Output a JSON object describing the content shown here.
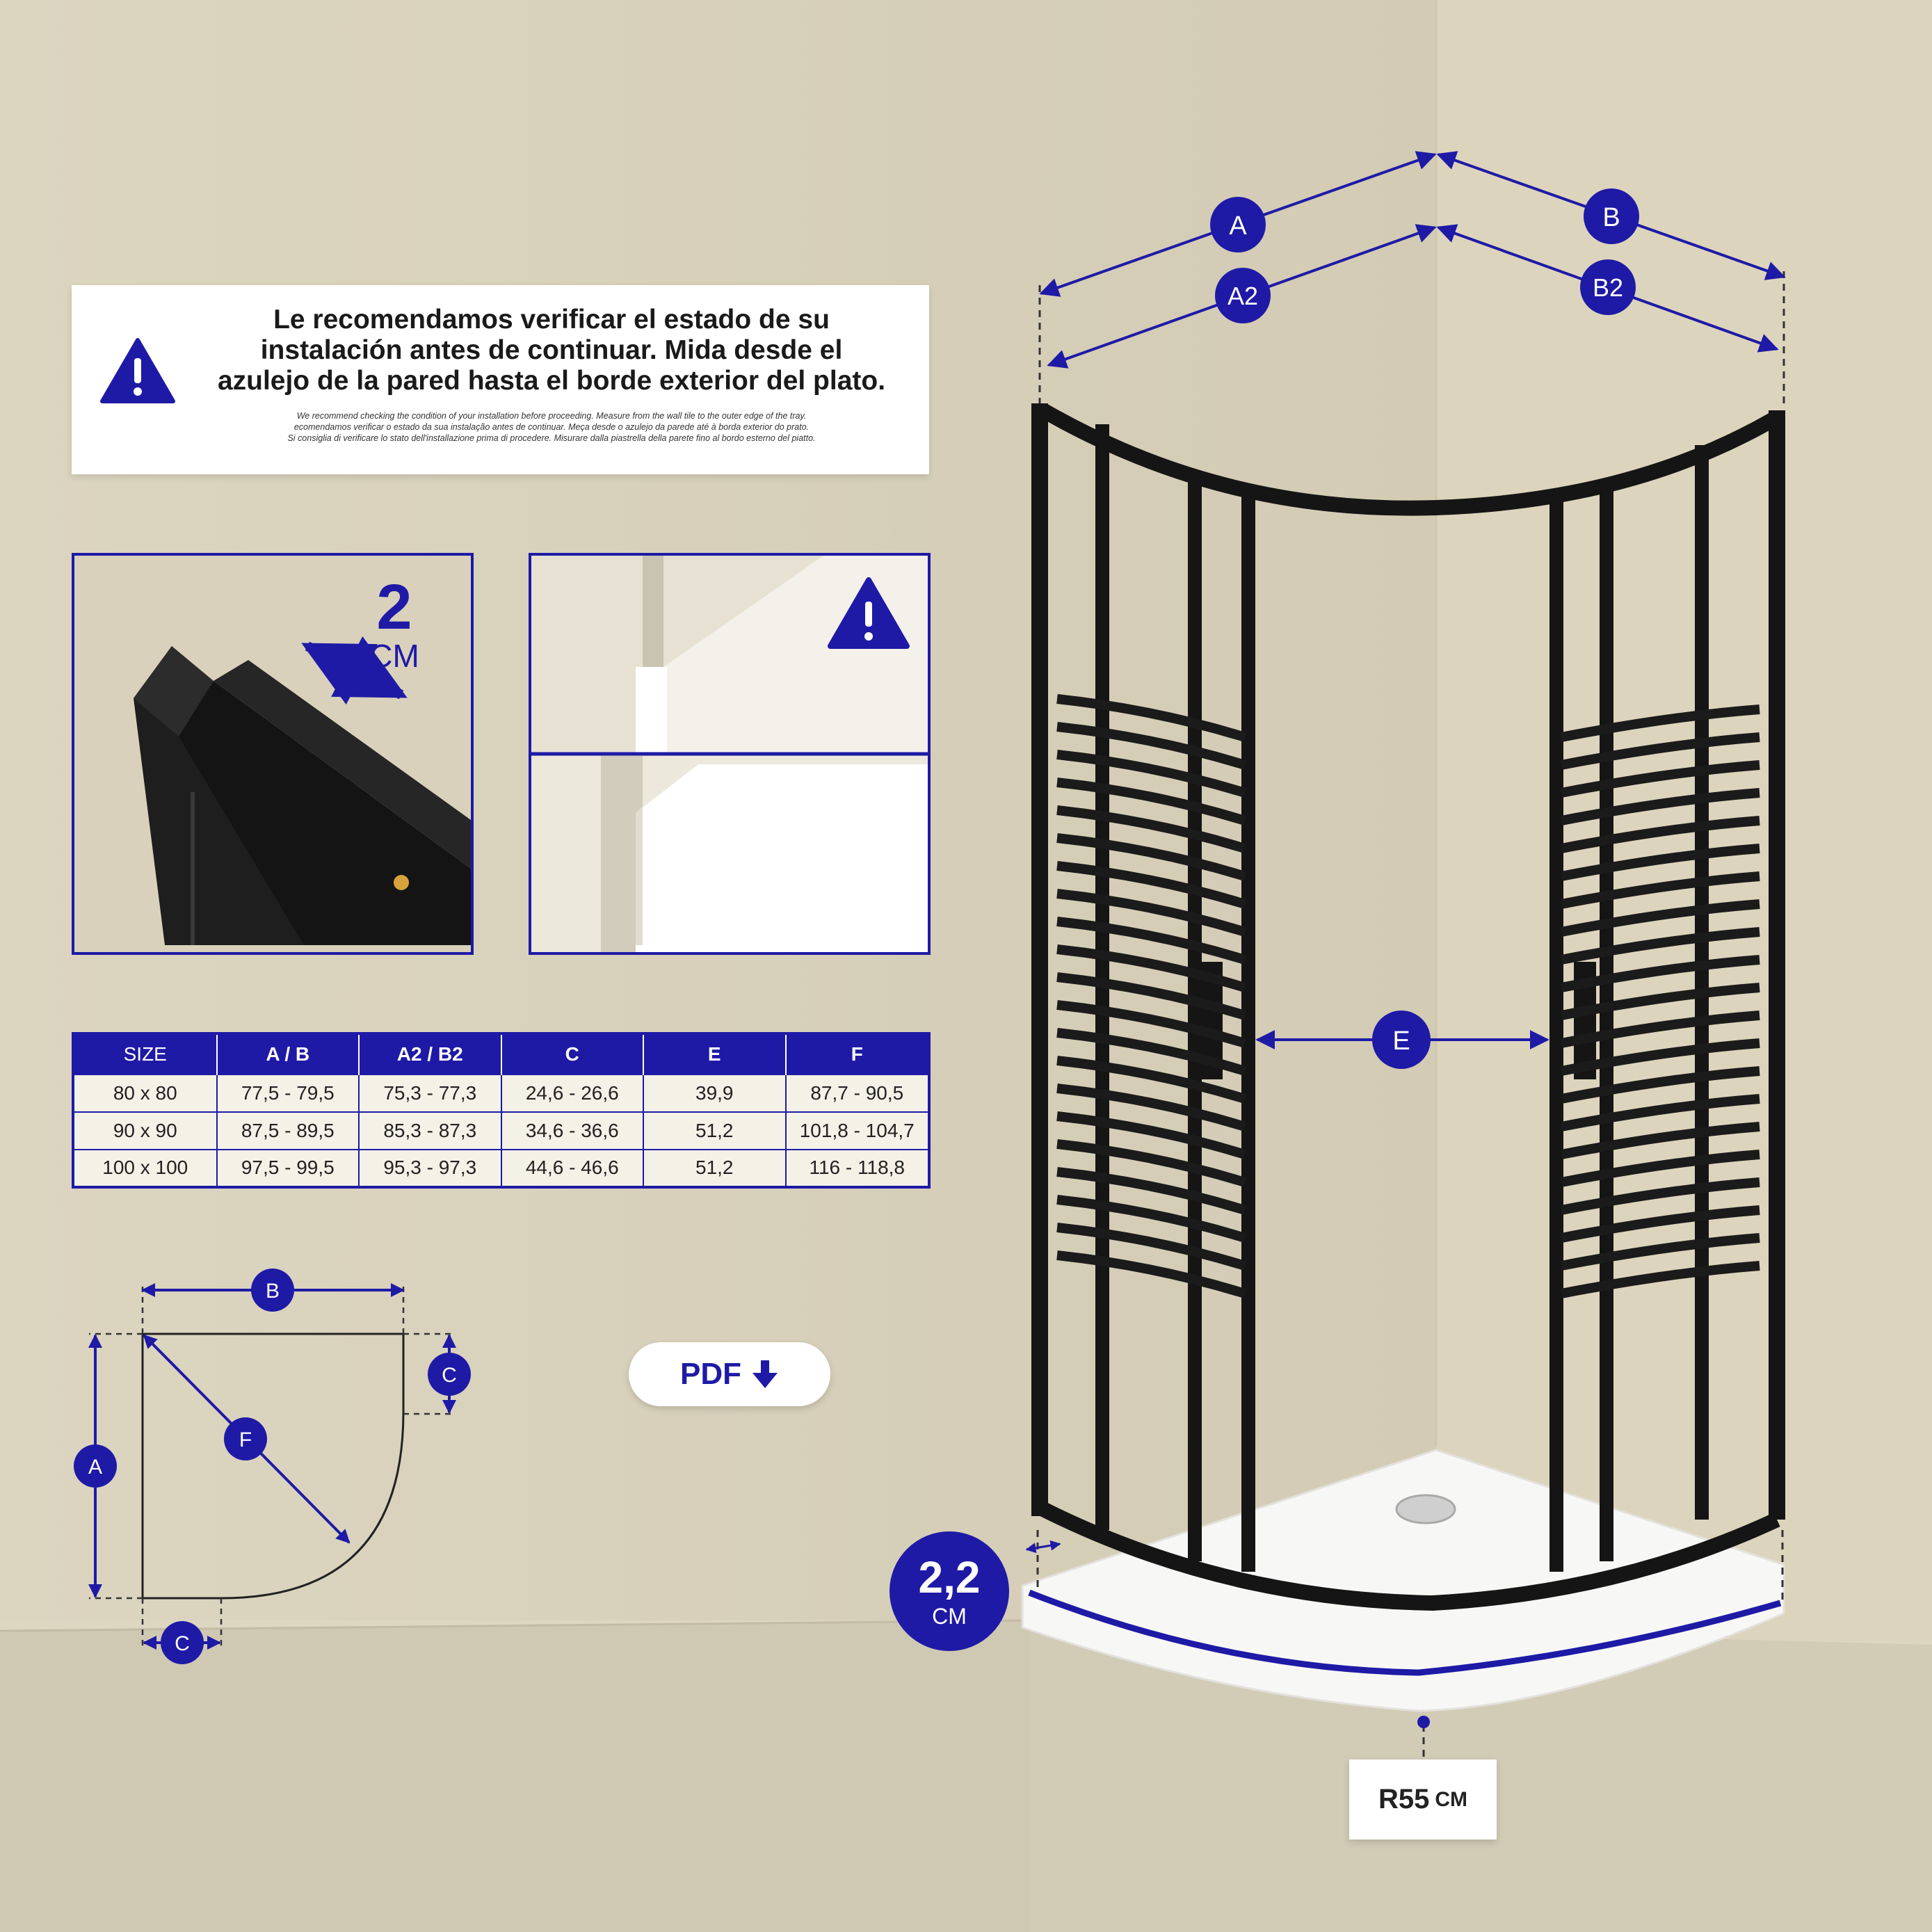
{
  "colors": {
    "accent": "#1e1aa6",
    "wall": "#ddd6c1",
    "frame": "#151515",
    "tray": "#f7f7f5"
  },
  "warning": {
    "icon": "warning-triangle-icon",
    "main_lines": [
      "Le recomendamos verificar el estado de su",
      "instalación antes de continuar. Mida desde el",
      "azulejo de la pared hasta el borde exterior del plato."
    ],
    "sub_lines": [
      "We recommend checking the condition of your installation before proceeding. Measure from the wall tile to the outer edge of the tray.",
      "ecomendamos verificar o estado da sua instalação antes de continuar. Meça desde o azulejo da parede até à borda exterior do prato.",
      "Si consiglia di verificare lo stato dell'installazione prima di procedere. Misurare dalla piastrella della parete fino al bordo esterno del piatto."
    ]
  },
  "profile_detail": {
    "value": "2",
    "unit": "CM"
  },
  "tile_detail": {
    "icon": "warning-triangle-icon"
  },
  "table": {
    "headers": [
      "SIZE",
      "A / B",
      "A2 / B2",
      "C",
      "E",
      "F"
    ],
    "rows": [
      [
        "80 x 80",
        "77,5 - 79,5",
        "75,3 - 77,3",
        "24,6 - 26,6",
        "39,9",
        "87,7 - 90,5"
      ],
      [
        "90 x 90",
        "87,5 - 89,5",
        "85,3 - 87,3",
        "34,6 - 36,6",
        "51,2",
        "101,8 - 104,7"
      ],
      [
        "100 x 100",
        "97,5 - 99,5",
        "95,3 - 97,3",
        "44,6 - 46,6",
        "51,2",
        "116 - 118,8"
      ]
    ]
  },
  "plan_labels": {
    "b": "B",
    "a": "A",
    "c_top": "C",
    "c_bottom": "C",
    "f": "F"
  },
  "pdf": {
    "label": "PDF",
    "icon": "download-arrow-icon"
  },
  "dimension_labels": {
    "a": "A",
    "a2": "A2",
    "b": "B",
    "b2": "B2",
    "e": "E"
  },
  "tray_height": {
    "value": "2,2",
    "unit": "CM"
  },
  "radius": {
    "value": "R55",
    "unit": "CM"
  }
}
